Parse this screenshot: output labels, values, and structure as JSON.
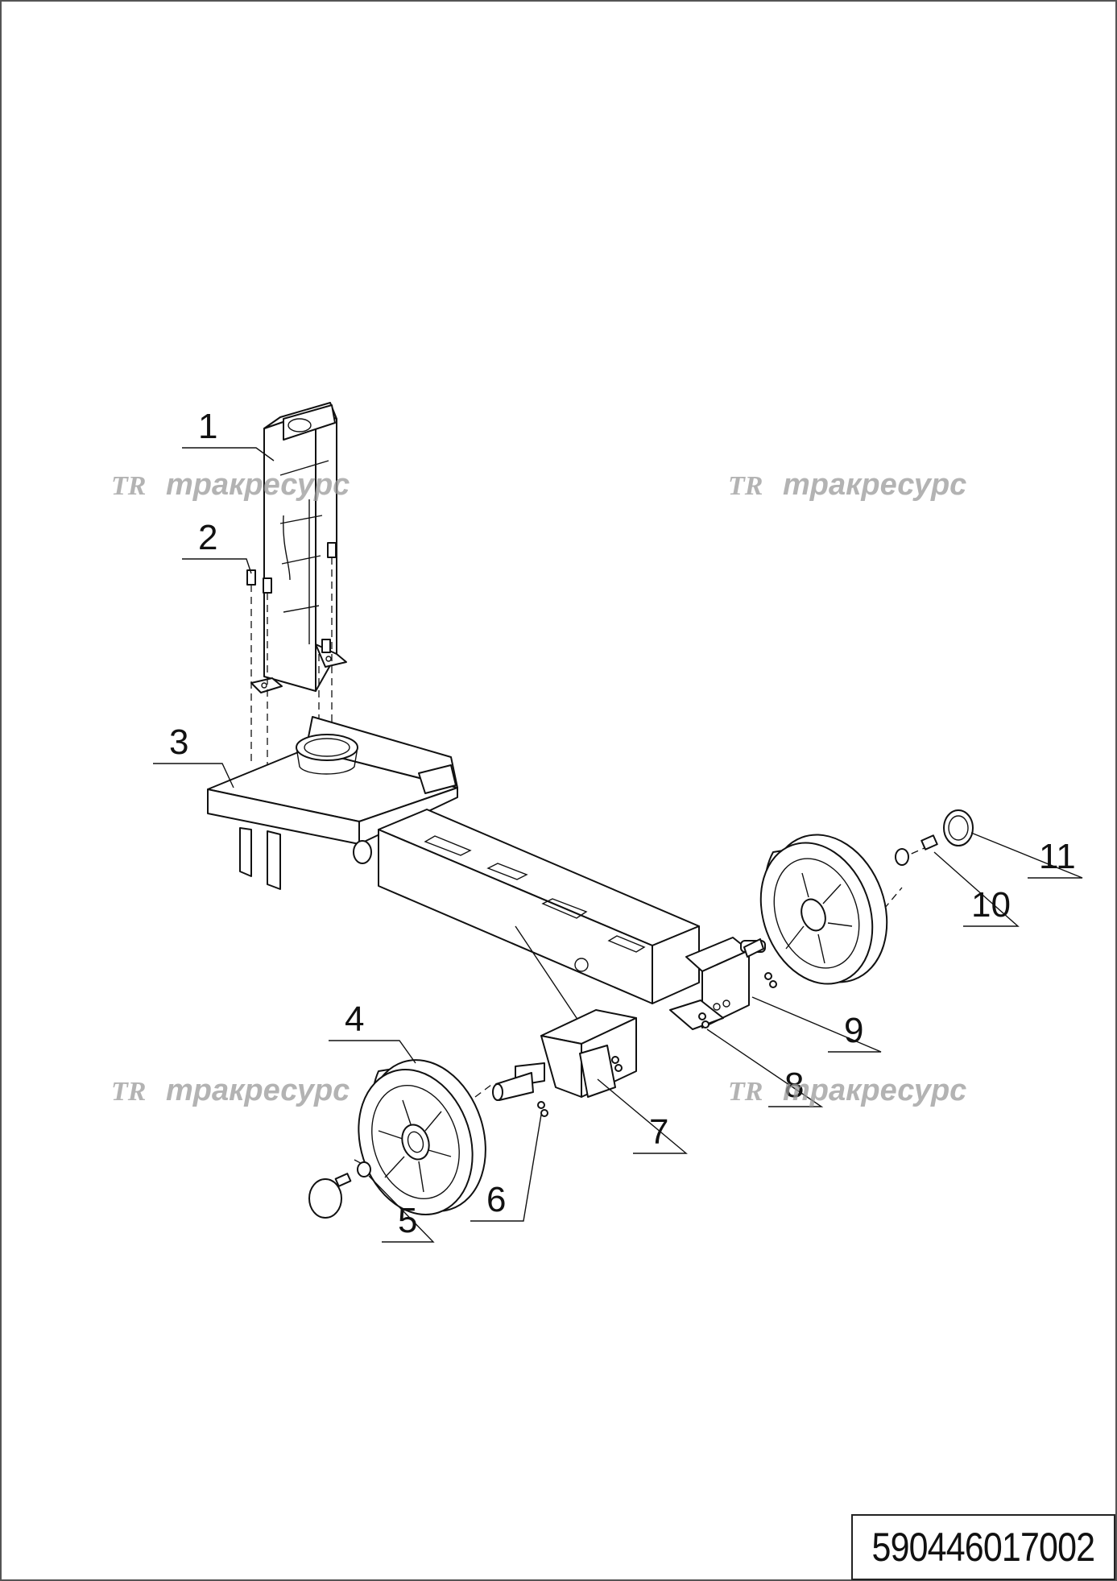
{
  "callouts": [
    "1",
    "2",
    "3",
    "4",
    "5",
    "6",
    "7",
    "8",
    "9",
    "10",
    "11"
  ],
  "watermark": {
    "logo": "TR",
    "text": "тракресурс"
  },
  "document_number": "590446017002"
}
